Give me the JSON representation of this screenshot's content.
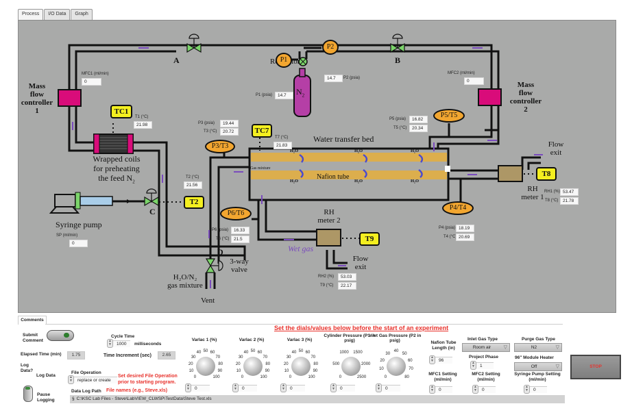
{
  "tabs": [
    "Process",
    "I/O Data",
    "Graph"
  ],
  "diagram": {
    "valves": {
      "a": "A",
      "b": "B",
      "c": "C",
      "d": "D"
    },
    "regulator": "Regulator",
    "cylinder": "N",
    "cylinder_sub": "2",
    "mfc1_label": [
      "Mass",
      "flow",
      "controller",
      "1"
    ],
    "mfc2_label": [
      "Mass",
      "flow",
      "controller",
      "2"
    ],
    "coils_label": [
      "Wrapped coils",
      "for preheating",
      "the feed N"
    ],
    "syringe_pump": "Syringe pump",
    "gas_mixture_label": [
      "H₂O/N₂",
      "gas mixture"
    ],
    "three_way_valve": [
      "3-way",
      "valve"
    ],
    "vent": "Vent",
    "water_transfer_bed": "Water transfer bed",
    "gas_mixture_small": "Gas mixture",
    "nafion_tube": "Nafion tube",
    "h2o": "H₂O",
    "wet_gas": "Wet gas",
    "rh_meter_1": [
      "RH",
      "meter 1"
    ],
    "rh_meter_2": [
      "RH",
      "meter 2"
    ],
    "flow_exit": [
      "Flow",
      "exit"
    ],
    "sensors": {
      "p1": "P1",
      "p2": "P2",
      "tc1": "TC1",
      "tc7": "TC7",
      "t2": "T2",
      "p3t3": "P3/T3",
      "p4t4": "P4/T4",
      "p5t5": "P5/T5",
      "p6t6": "P6/T6",
      "t8": "T8",
      "t9": "T9"
    },
    "readouts": {
      "mfc1": {
        "label": "MFC1 (ml/min)",
        "value": "0"
      },
      "mfc2": {
        "label": "MFC2 (ml/min)",
        "value": "0"
      },
      "p1": {
        "label": "P1 (psia)",
        "value": "14.7"
      },
      "p2": {
        "label": "P2 (psia)",
        "value": "14.7"
      },
      "t1": {
        "label": "T1 (°C)",
        "value": "21.98"
      },
      "t2": {
        "label": "T2 (°C)",
        "value": "21.56"
      },
      "p3": {
        "label": "P3 (psia)",
        "value": "19.44"
      },
      "t3": {
        "label": "T3 (°C)",
        "value": "20.72"
      },
      "t7": {
        "label": "T7 (°C)",
        "value": "21.83"
      },
      "p5": {
        "label": "P5 (psia)",
        "value": "16.82"
      },
      "t5": {
        "label": "T5 (°C)",
        "value": "20.34"
      },
      "rh1": {
        "label": "RH1 (%)",
        "value": "53.47"
      },
      "t8": {
        "label": "T8 (°C)",
        "value": "21.78"
      },
      "p4": {
        "label": "P4 (psia)",
        "value": "18.19"
      },
      "t4": {
        "label": "T4 (°C)",
        "value": "20.69"
      },
      "p6": {
        "label": "P6 (psia)",
        "value": "16.33"
      },
      "t6": {
        "label": "T6 (°C)",
        "value": "21.5"
      },
      "rh2": {
        "label": "RH2 (%)",
        "value": "53.03"
      },
      "t9": {
        "label": "T9 (°C)",
        "value": "22.17"
      },
      "sp": {
        "label": "SP (ml/min)",
        "value": "0"
      }
    }
  },
  "controls": {
    "comments_tab": "Comments",
    "submit_comment": "Submit Comment",
    "cycle_time_label": "Cycle Time",
    "cycle_time_value": "1000",
    "cycle_time_unit": "milliseconds",
    "elapsed_time_label": "Elapsed Time (min)",
    "elapsed_time_value": "1.75",
    "time_increment_label": "Time Increment (sec)",
    "time_increment_value": "2.65",
    "log_data_q": "Log Data?",
    "log_data": "Log Data",
    "pause_logging": "Pause Logging",
    "file_operation_label": "File Operation",
    "file_operation_value": "replace or create",
    "file_op_note": [
      "Set desired File Operation",
      "prior to starting program."
    ],
    "data_log_path_label": "Data Log Path",
    "file_names_note": "File names (e.g., Steve.xls)",
    "data_log_path_value": "C:\\KSC Lab Files - Steve\\LabVIEW_CLWSP\\TestData\\Steve Test.xls",
    "instruction": "Set the dials/values below before the start of an experiment",
    "dials": [
      {
        "title": "Varlac 1 (%)",
        "ticks": [
          "0",
          "10",
          "20",
          "30",
          "40",
          "50",
          "60",
          "70",
          "80",
          "90",
          "100"
        ],
        "value": "0"
      },
      {
        "title": "Varlac 2 (%)",
        "ticks": [
          "0",
          "10",
          "20",
          "30",
          "40",
          "50",
          "60",
          "70",
          "80",
          "90",
          "100"
        ],
        "value": "0"
      },
      {
        "title": "Varlac 3 (%)",
        "ticks": [
          "0",
          "10",
          "20",
          "30",
          "40",
          "50",
          "60",
          "70",
          "80",
          "90",
          "100"
        ],
        "value": "0"
      },
      {
        "title": "Cylinder Pressure (P1 in psig)",
        "ticks": [
          "0",
          "500",
          "1000",
          "1500",
          "2000",
          "2500"
        ],
        "value": "0"
      },
      {
        "title": "Inlet Gas Pressure (P2 in psig)",
        "ticks": [
          "0",
          "10",
          "20",
          "30",
          "40",
          "50",
          "60",
          "70",
          "80"
        ],
        "value": "0"
      }
    ],
    "nafion_length_label": "Nafion Tube Length (in)",
    "nafion_length_value": "96",
    "inlet_gas_type_label": "Inlet Gas Type",
    "inlet_gas_type_value": "Room air",
    "purge_gas_type_label": "Purge Gas Type",
    "purge_gas_type_value": "N2",
    "project_phase_label": "Project Phase",
    "project_phase_value": "1",
    "module_heater_label": "96\" Module Heater",
    "module_heater_value": "Off",
    "mfc1_setting_label": "MFC1 Setting (ml/min)",
    "mfc1_setting_value": "0",
    "mfc2_setting_label": "MFC2 Setting (ml/min)",
    "mfc2_setting_value": "0",
    "syringe_setting_label": "Syringe Pump Setting (ml/min)",
    "syringe_setting_value": "0",
    "stop": "STOP"
  },
  "colors": {
    "panel": "#a9aaa9",
    "mfc": "#d90c7a",
    "sensor_oval": "#f2a630",
    "sensor_box": "#f4ef20",
    "nafion": "#dcae4d",
    "cylinder": "#b53fa6",
    "arrow": "#7a4bbd",
    "valve": "#7bd46a",
    "rh_meter": "#ad9766",
    "red_text": "#e8322c"
  }
}
